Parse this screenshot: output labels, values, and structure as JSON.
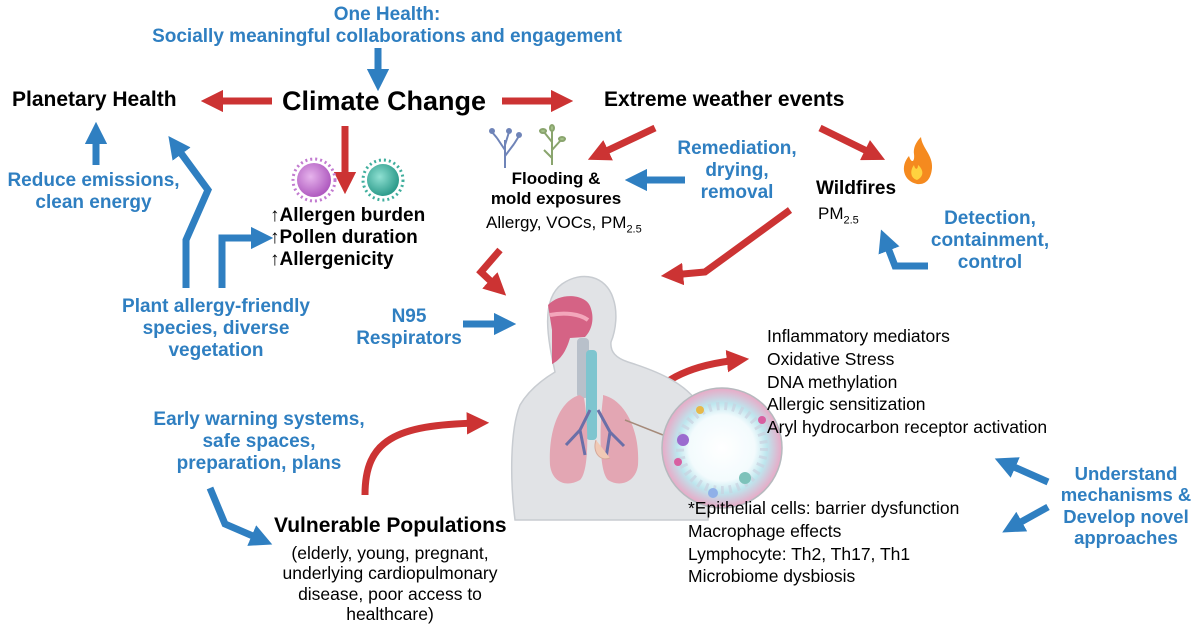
{
  "colors": {
    "blue": "#2f7fc1",
    "red": "#cc3333",
    "black": "#000000"
  },
  "one_health": [
    "One Health:",
    "Socially meaningful collaborations and engagement"
  ],
  "climate_change": "Climate Change",
  "planetary_health": "Planetary Health",
  "extreme_weather": "Extreme weather events",
  "reduce_emissions": [
    "Reduce emissions,",
    "clean energy"
  ],
  "allergen": [
    "↑Allergen burden",
    "↑Pollen duration",
    "↑Allergenicity"
  ],
  "flooding": {
    "title": [
      "Flooding &",
      "mold exposures"
    ],
    "sub": "Allergy, VOCs, PM",
    "sub_subscript": "2.5"
  },
  "remediation": [
    "Remediation,",
    "drying,",
    "removal"
  ],
  "wildfires": {
    "title": "Wildfires",
    "sub": "PM",
    "sub_subscript": "2.5"
  },
  "detection": [
    "Detection,",
    "containment,",
    "control"
  ],
  "plant": [
    "Plant allergy-friendly",
    "species, diverse",
    "vegetation"
  ],
  "n95": [
    "N95",
    "Respirators"
  ],
  "mechanisms_list": [
    "Inflammatory mediators",
    "Oxidative Stress",
    "DNA methylation",
    "Allergic sensitization",
    "Aryl hydrocarbon receptor activation"
  ],
  "early_warning": [
    "Early warning systems,",
    "safe spaces,",
    "preparation, plans"
  ],
  "vulnerable": {
    "title": "Vulnerable Populations",
    "detail": [
      "(elderly, young, pregnant,",
      "underlying cardiopulmonary",
      "disease, poor access to",
      "healthcare)"
    ]
  },
  "epithelial_list": [
    "*Epithelial cells: barrier dysfunction",
    "Macrophage effects",
    "Lymphocyte:  Th2, Th17, Th1",
    "Microbiome dysbiosis"
  ],
  "understand": [
    "Understand",
    "mechanisms &",
    "Develop novel",
    "approaches"
  ],
  "icons": [
    "blue-arrow-icon",
    "red-arrow-icon",
    "pollen-icon",
    "plant-icon",
    "flame-icon",
    "human-anatomy-icon",
    "epithelium-cross-section-icon"
  ]
}
